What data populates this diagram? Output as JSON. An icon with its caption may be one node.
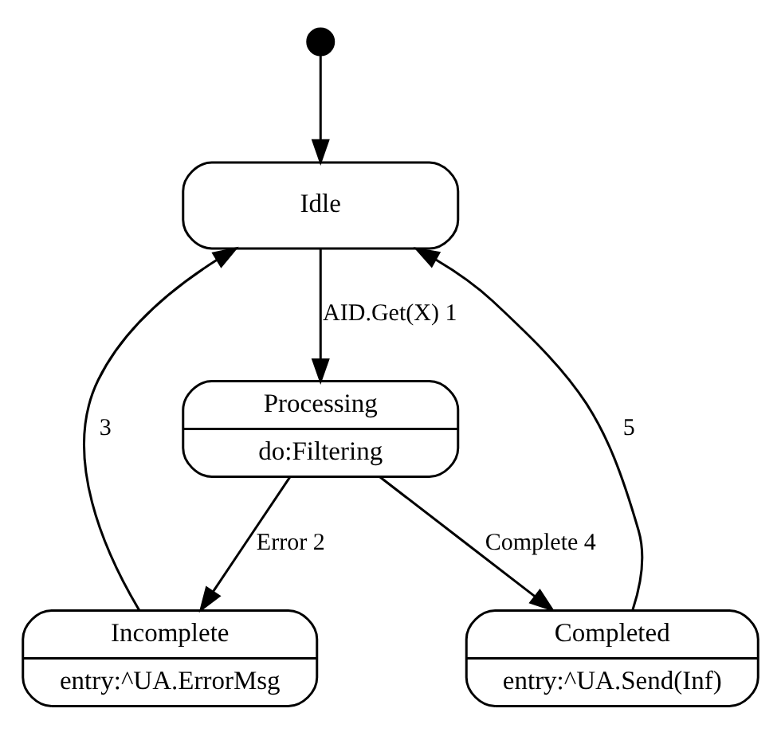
{
  "diagram": {
    "nodes": [
      {
        "text": [],
        "shape": "circle"
      },
      {
        "text": [
          "Idle"
        ]
      },
      {
        "text": [
          "Processing",
          "do:Filtering"
        ]
      },
      {
        "text": [
          "Incomplete",
          "entry:^UA.ErrorMsg"
        ]
      },
      {
        "text": [
          "Completed",
          "entry:^UA.Send(Inf)"
        ]
      }
    ],
    "edges": [
      {
        "from": 0,
        "to": 1,
        "arrow": "to"
      },
      {
        "from": 1,
        "to": 2,
        "arrow": "to",
        "label": "AID.Get(X) 1"
      },
      {
        "from": 2,
        "to": 3,
        "arrow": "to",
        "label": "Error 2"
      },
      {
        "from": 2,
        "to": 4,
        "arrow": "to",
        "label": "Complete 4"
      },
      {
        "from": 3,
        "to": 1,
        "arrow": "to",
        "label": "3"
      },
      {
        "from": 4,
        "to": 1,
        "arrow": "to",
        "label": "5"
      }
    ]
  }
}
